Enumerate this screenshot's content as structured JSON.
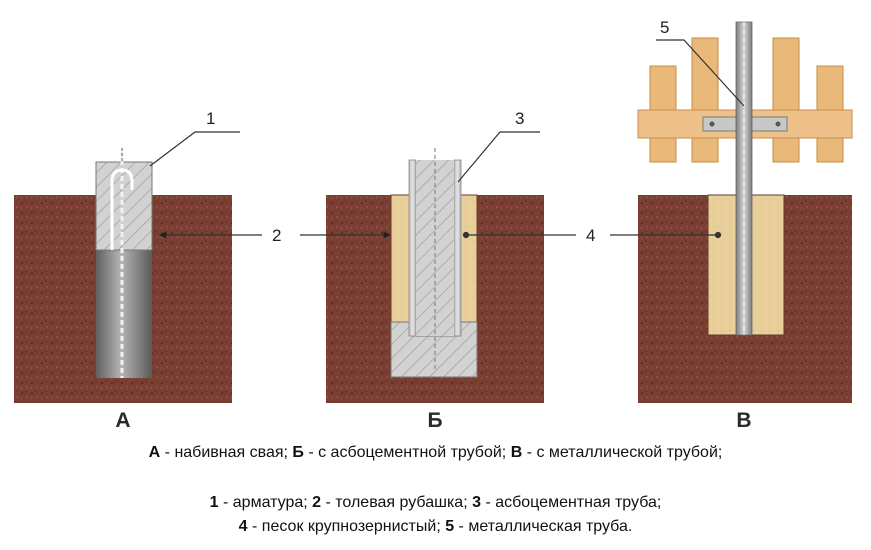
{
  "callouts": [
    "1",
    "2",
    "3",
    "4",
    "5"
  ],
  "panels": [
    {
      "letter": "А"
    },
    {
      "letter": "Б"
    },
    {
      "letter": "В"
    }
  ],
  "caption_line1": [
    {
      "key": "А",
      "sep": " - ",
      "text": "набивная свая; "
    },
    {
      "key": "Б",
      "sep": " - ",
      "text": "с асбоцементной трубой; "
    },
    {
      "key": "В",
      "sep": " - ",
      "text": "с металлической трубой;"
    }
  ],
  "caption_line2": [
    {
      "key": "1",
      "sep": " - ",
      "text": "арматура; "
    },
    {
      "key": "2",
      "sep": " - ",
      "text": "толевая рубашка; "
    },
    {
      "key": "3",
      "sep": " - ",
      "text": "асбоцементная труба;"
    }
  ],
  "caption_line3": [
    {
      "key": "4",
      "sep": " - ",
      "text": "песок крупнозернистый; "
    },
    {
      "key": "5",
      "sep": " - ",
      "text": "металлическая труба."
    }
  ],
  "colors": {
    "soil": "#7a3f32",
    "sand": "#e8cf9a",
    "concrete": "#cfcfcf",
    "pipe": "#8e8e8e",
    "wood": "#e9b979"
  }
}
